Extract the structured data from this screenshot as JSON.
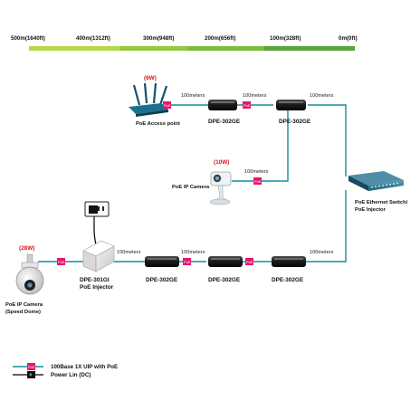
{
  "ruler": {
    "labels": [
      "500m(1640ft)",
      "400m(1312ft)",
      "300m(948ft)",
      "200m(656ft)",
      "100m(328ft)",
      "0m(0ft)"
    ],
    "colors": [
      "#b5d84a",
      "#95c93d",
      "#7dbb3c",
      "#5aa63a"
    ]
  },
  "colors": {
    "ethernet": "#1a8aa0",
    "power": "#000000",
    "poe_tag": "#e8156b",
    "alert": "#d3141b"
  },
  "top_chain": {
    "ap_power": "(6W)",
    "ap_label": "PoE Access point",
    "seg1": "100meters",
    "seg2": "100meters",
    "seg3": "100meters",
    "ext1": "DPE-302GE",
    "ext2": "DPE-302GE"
  },
  "camera_branch": {
    "power": "(10W)",
    "seg": "100meters",
    "label": "PoE IP Camera"
  },
  "switch": {
    "label_line1": "PoE Ethernet Switch/",
    "label_line2": "PoE Injector"
  },
  "bottom_chain": {
    "dome_power": "(28W)",
    "dome_label_line1": "PoE IP Camera",
    "dome_label_line2": "(Speed Dome)",
    "injector_label_line1": "DPE-301GI",
    "injector_label_line2": "PoE Injector",
    "seg1": "100meters",
    "seg2": "100meters",
    "seg3": "100meters",
    "ext1": "DPE-302GE",
    "ext2": "DPE-302GE",
    "ext3": "DPE-302GE"
  },
  "poe_tag_text": "PoE",
  "legend": {
    "ethernet_label": "100Base 1X UIP with PoE",
    "power_label": "Power Lin (DC)"
  }
}
